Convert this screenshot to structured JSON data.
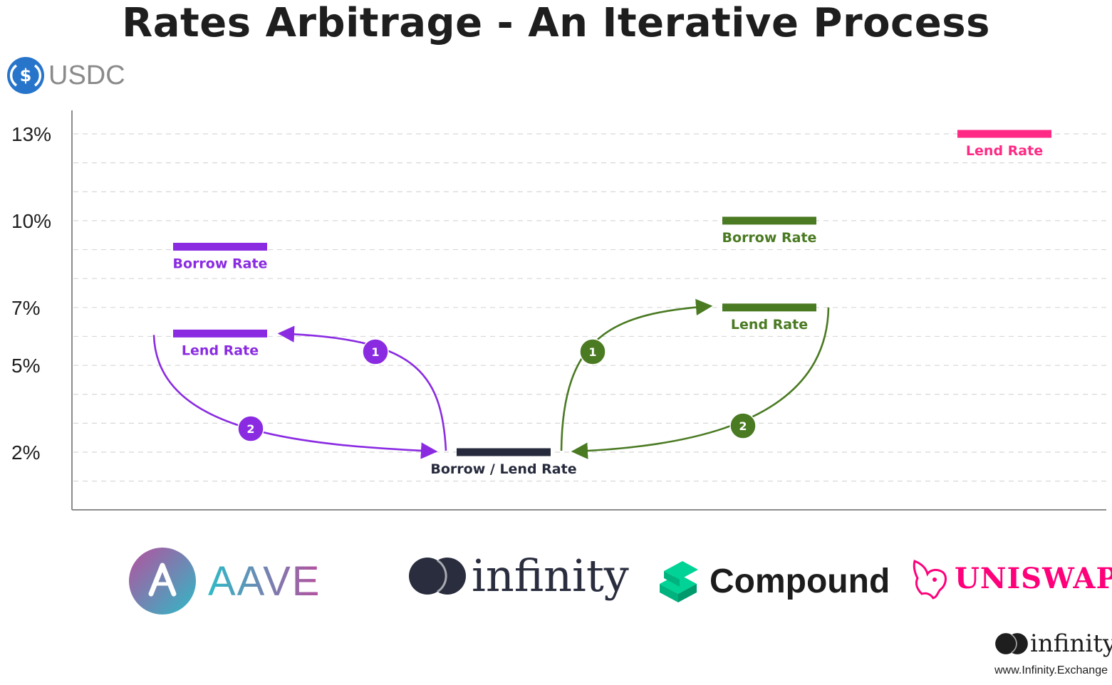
{
  "header": {
    "title": "Rates Arbitrage - An Iterative Process",
    "asset_label": "USDC",
    "asset_icon": "usdc-coin-icon"
  },
  "colors": {
    "aave_purple": "#8a2be2",
    "compound_green": "#4a7a22",
    "uniswap_pink": "#ff2a85",
    "infinity_navy": "#262a3c",
    "axis_grey": "#8c8c8c",
    "text_dark": "#1e1e1e"
  },
  "chart_data": {
    "type": "range-markers",
    "title": "Rates Arbitrage - An Iterative Process",
    "ylabel": "",
    "ylim": [
      0,
      13.5
    ],
    "yticks": [
      {
        "value": 2,
        "label": "2%"
      },
      {
        "value": 5,
        "label": "5%"
      },
      {
        "value": 7,
        "label": "7%"
      },
      {
        "value": 10,
        "label": "10%"
      },
      {
        "value": 13,
        "label": "13%"
      }
    ],
    "grid": true,
    "categories": [
      "AAVE",
      "infinity",
      "Compound",
      "UNISWAP"
    ],
    "markers": [
      {
        "platform": "AAVE",
        "label": "Borrow Rate",
        "value": 9.1,
        "color": "#8a2be2"
      },
      {
        "platform": "AAVE",
        "label": "Lend Rate",
        "value": 6.1,
        "color": "#8a2be2"
      },
      {
        "platform": "infinity",
        "label": "Borrow / Lend Rate",
        "value": 2.0,
        "color": "#262a3c"
      },
      {
        "platform": "Compound",
        "label": "Borrow Rate",
        "value": 10.0,
        "color": "#4a7a22"
      },
      {
        "platform": "Compound",
        "label": "Lend Rate",
        "value": 7.0,
        "color": "#4a7a22"
      },
      {
        "platform": "UNISWAP",
        "label": "Lend Rate",
        "value": 13.0,
        "color": "#ff2a85"
      }
    ],
    "flows": [
      {
        "step": "1",
        "from": "infinity",
        "to": "AAVE Lend Rate",
        "color": "#8a2be2"
      },
      {
        "step": "2",
        "from": "AAVE Lend Rate",
        "to": "infinity",
        "color": "#8a2be2"
      },
      {
        "step": "1",
        "from": "infinity",
        "to": "Compound Lend Rate",
        "color": "#4a7a22"
      },
      {
        "step": "2",
        "from": "Compound Lend Rate",
        "to": "infinity",
        "color": "#4a7a22"
      }
    ]
  },
  "logos": {
    "aave": "AAVE",
    "infinity": "infinity",
    "compound": "Compound",
    "uniswap": "UNISWAP",
    "footer_brand": "infinity"
  },
  "footer": {
    "url": "www.Infinity.Exchange"
  }
}
